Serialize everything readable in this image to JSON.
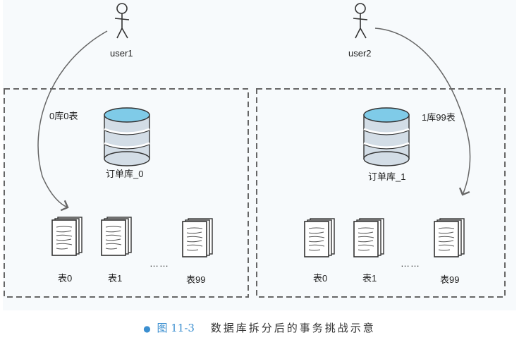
{
  "users": [
    {
      "label": "user1"
    },
    {
      "label": "user2"
    }
  ],
  "shards": [
    {
      "db_label": "订单库_0",
      "route_label": "0库0表",
      "tables": [
        "表0",
        "表1",
        "表99"
      ],
      "ellipsis": "……"
    },
    {
      "db_label": "订单库_1",
      "route_label": "1库99表",
      "tables": [
        "表0",
        "表1",
        "表99"
      ],
      "ellipsis": "……"
    }
  ],
  "caption": {
    "bullet": "●",
    "figure_no": "图 11-3",
    "title": "数据库拆分后的事务挑战示意"
  },
  "colors": {
    "panel_bg": "#f7fafc",
    "border": "#666666",
    "db_body": "#d3dde6",
    "db_top": "#7fcbe8",
    "accent": "#3b8fd0"
  }
}
